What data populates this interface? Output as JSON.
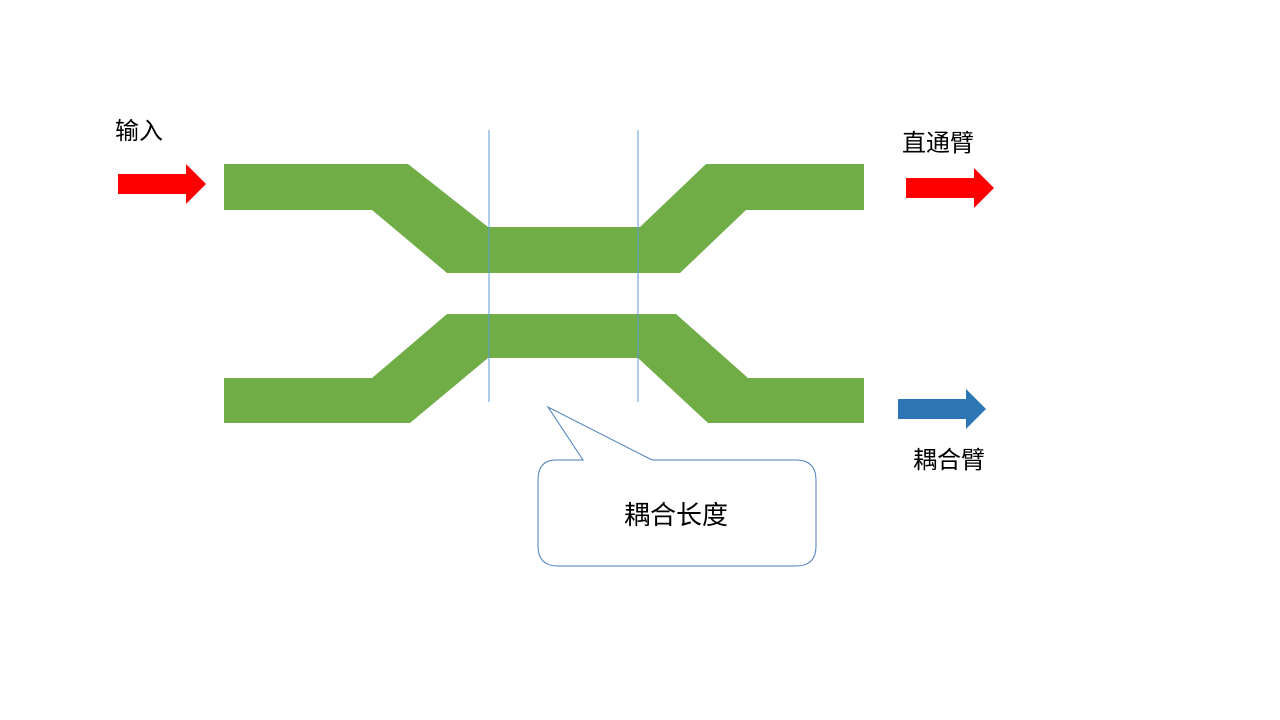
{
  "labels": {
    "input": "输入",
    "through_arm": "直通臂",
    "coupled_arm": "耦合臂",
    "coupling_length": "耦合长度"
  },
  "colors": {
    "waveguide": "#70AD47",
    "input_arrow": "#FF0000",
    "through_arrow": "#FF0000",
    "coupled_arrow": "#2E75B6",
    "marker_line": "#5B9BD5",
    "callout_border": "#4A7EBB"
  },
  "icons": {
    "input_arrow": "right-arrow-icon",
    "through_arrow": "right-arrow-icon",
    "coupled_arrow": "right-arrow-icon"
  }
}
